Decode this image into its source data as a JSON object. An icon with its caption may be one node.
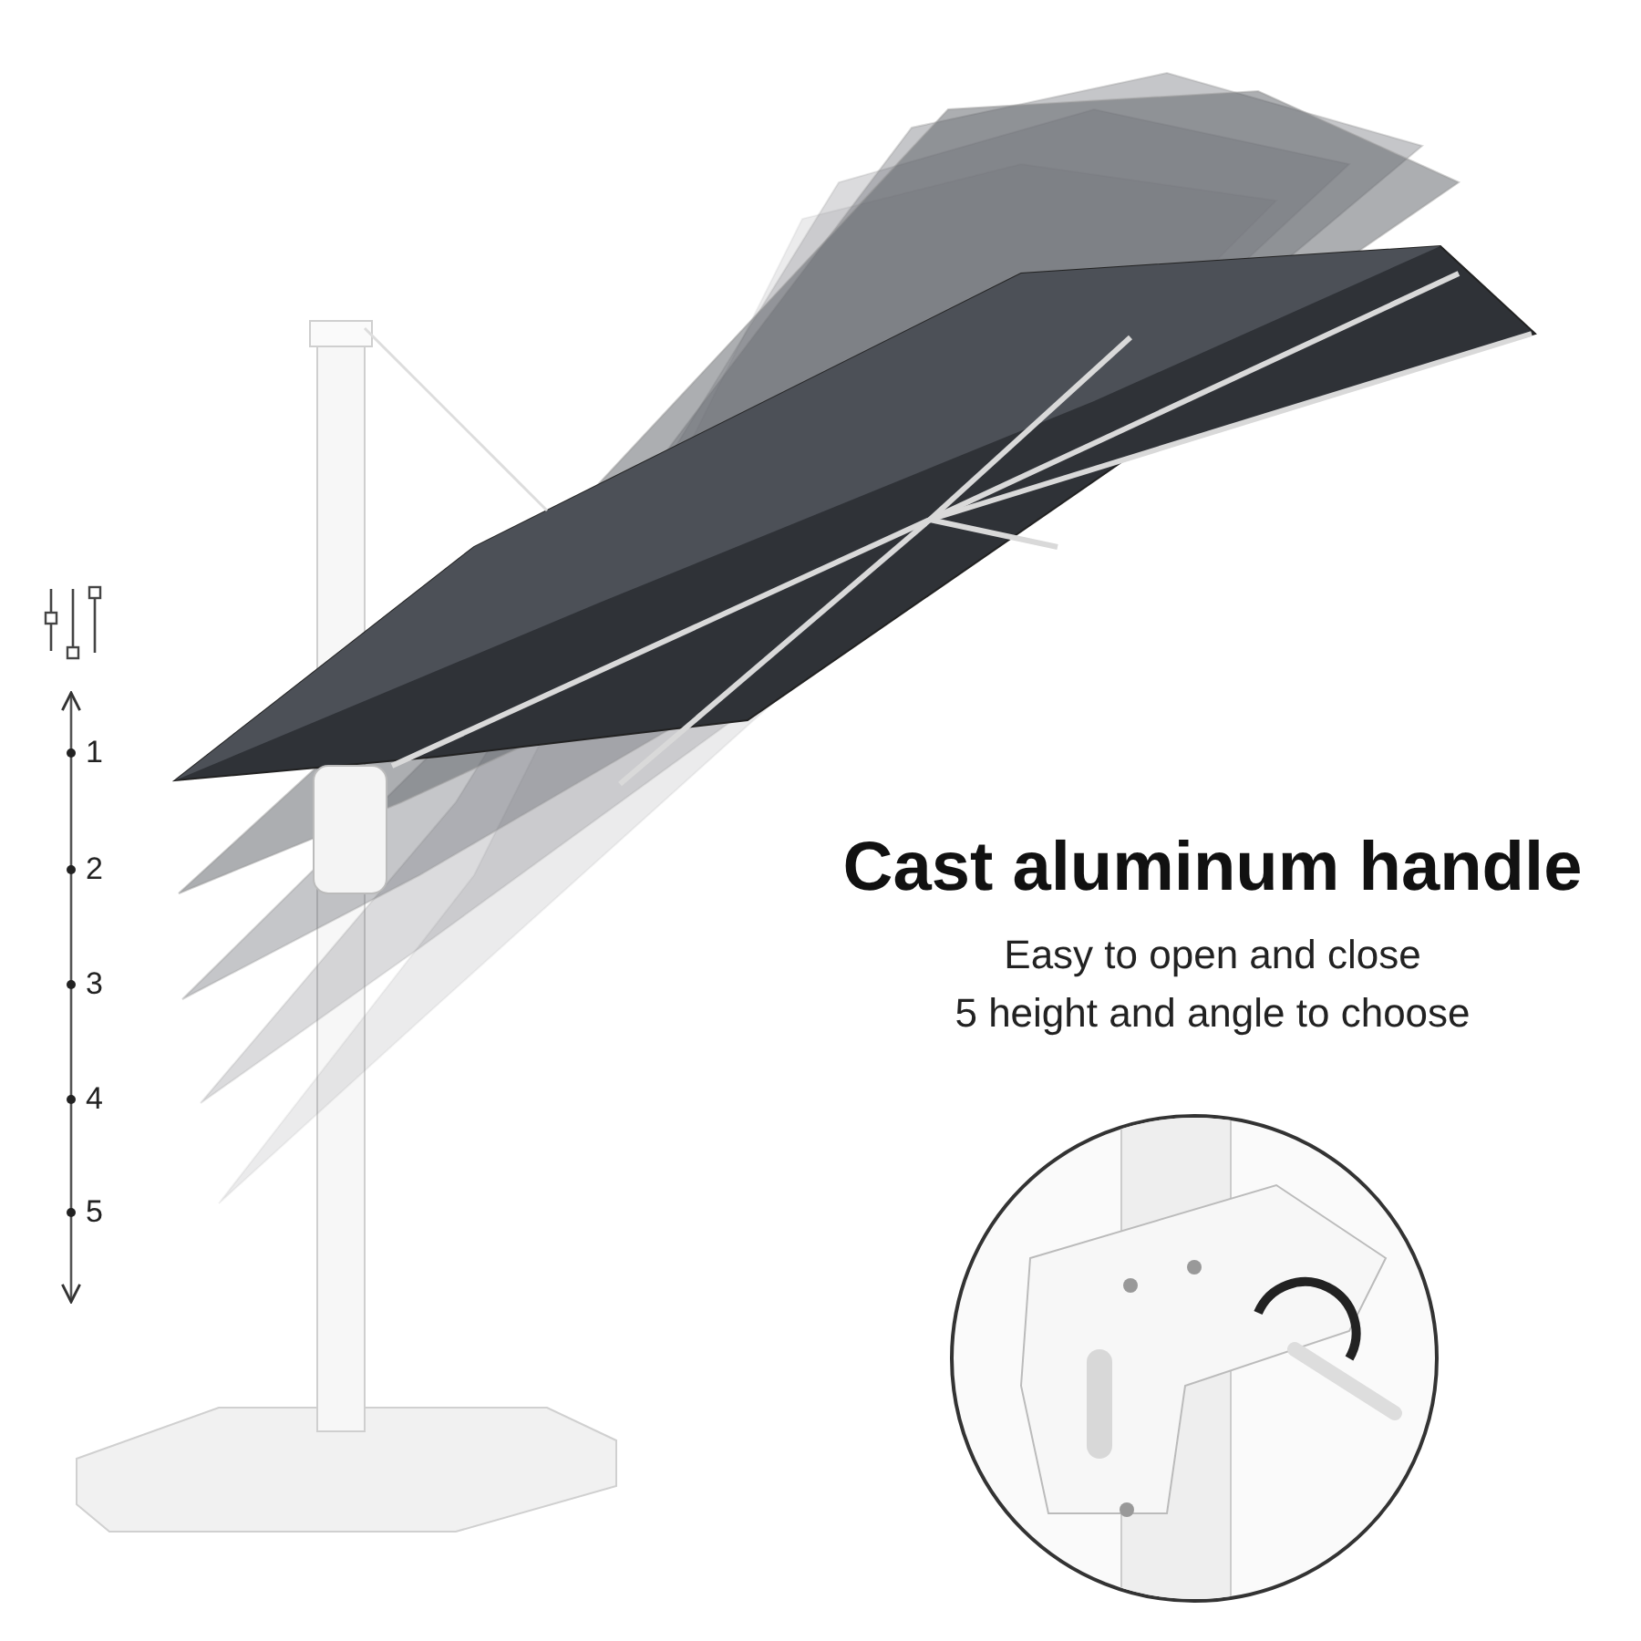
{
  "diagram": {
    "title": "Cast aluminum handle",
    "labels": [
      "1",
      "2",
      "3",
      "4",
      "5",
      "Easy to open and close",
      "5 height and angle to choose"
    ]
  }
}
